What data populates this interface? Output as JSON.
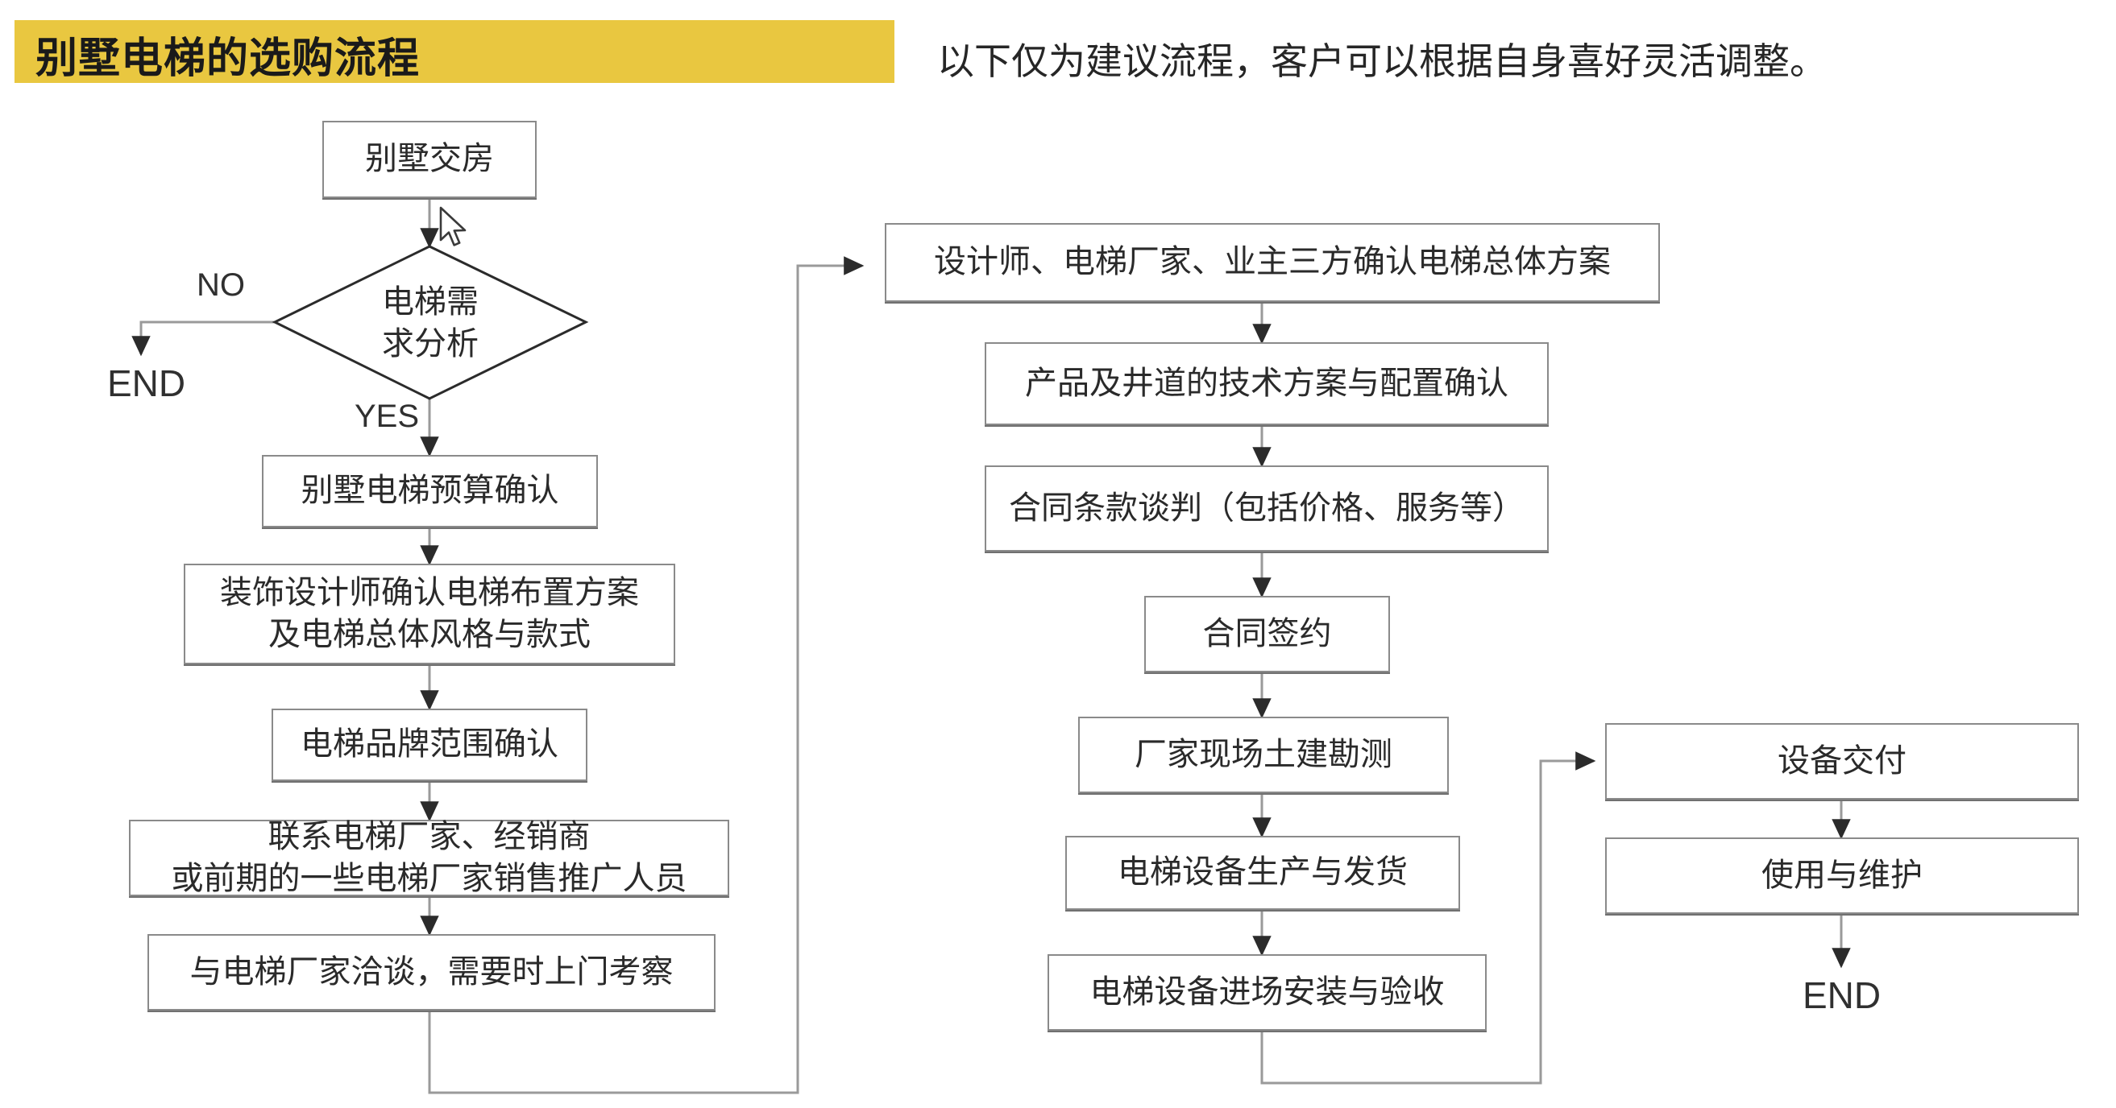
{
  "header": {
    "title": "别墅电梯的选购流程",
    "subtitle": "以下仅为建议流程，客户可以根据自身喜好灵活调整。",
    "title_bar_color": "#E9C740"
  },
  "flow": {
    "column_left": {
      "nodes": [
        {
          "id": "villa-handover",
          "label": "别墅交房",
          "shape": "rect"
        },
        {
          "id": "elevator-demand-analysis",
          "label": "电梯需\n求分析",
          "shape": "diamond"
        },
        {
          "id": "budget-confirm",
          "label": "别墅电梯预算确认",
          "shape": "rect"
        },
        {
          "id": "designer-layout",
          "label": "装饰设计师确认电梯布置方案\n及电梯总体风格与款式",
          "shape": "rect"
        },
        {
          "id": "brand-scope",
          "label": "电梯品牌范围确认",
          "shape": "rect"
        },
        {
          "id": "contact-makers",
          "label": "联系电梯厂家、经销商\n或前期的一些电梯厂家销售推广人员",
          "shape": "rect"
        },
        {
          "id": "negotiate-visit",
          "label": "与电梯厂家洽谈，需要时上门考察",
          "shape": "rect"
        }
      ],
      "branch_no_label": "NO",
      "branch_yes_label": "YES",
      "end_label": "END"
    },
    "column_middle": {
      "nodes": [
        {
          "id": "three-party-confirm",
          "label": "设计师、电梯厂家、业主三方确认电梯总体方案",
          "shape": "rect"
        },
        {
          "id": "tech-config-confirm",
          "label": "产品及井道的技术方案与配置确认",
          "shape": "rect"
        },
        {
          "id": "contract-negotiation",
          "label": "合同条款谈判（包括价格、服务等）",
          "shape": "rect"
        },
        {
          "id": "contract-signing",
          "label": "合同签约",
          "shape": "rect"
        },
        {
          "id": "site-survey",
          "label": "厂家现场土建勘测",
          "shape": "rect"
        },
        {
          "id": "production-shipping",
          "label": "电梯设备生产与发货",
          "shape": "rect"
        },
        {
          "id": "install-acceptance",
          "label": "电梯设备进场安装与验收",
          "shape": "rect"
        }
      ]
    },
    "column_right": {
      "nodes": [
        {
          "id": "equipment-delivery",
          "label": "设备交付",
          "shape": "rect"
        },
        {
          "id": "use-maintenance",
          "label": "使用与维护",
          "shape": "rect"
        }
      ],
      "end_label": "END"
    }
  },
  "colors": {
    "node_border": "#8a8a8a",
    "connector": "#9a9a9a",
    "diamond_border": "#2b2b2b",
    "text": "#2a2a2a"
  }
}
